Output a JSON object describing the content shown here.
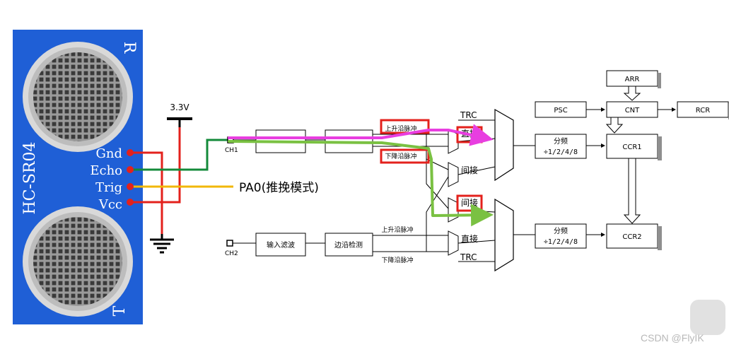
{
  "sensor": {
    "model": "HC-SR04",
    "label_receiver": "R",
    "label_transmitter": "T",
    "pins": [
      "Gnd",
      "Echo",
      "Trig",
      "Vcc"
    ]
  },
  "power": {
    "rail_label": "3.3V"
  },
  "trig_note": "PA0(推挽模式)",
  "channels": {
    "ch1": "CH1",
    "ch2": "CH2"
  },
  "ch2_chain": {
    "filter": "输入滤波",
    "edge": "边沿检测"
  },
  "edges": {
    "ch1_rise": "上升沿脉冲",
    "ch1_fall": "下降沿脉冲",
    "ch2_rise": "上升沿脉冲",
    "ch2_fall": "下降沿脉冲"
  },
  "mux1": {
    "trc": "TRC",
    "direct": "直接",
    "indirect": "间接"
  },
  "mux2": {
    "indirect": "间接",
    "direct": "直接",
    "trc": "TRC"
  },
  "timer": {
    "arr": "ARR",
    "psc": "PSC",
    "cnt": "CNT",
    "rcr": "RCR",
    "ccr1": "CCR1",
    "ccr2": "CCR2",
    "div_title": "分频",
    "div_value": "÷1/2/4/8"
  },
  "colors": {
    "module_blue": "#1f5fd6",
    "highlight_red": "#e3211c",
    "path_magenta": "#e83ee0",
    "path_green": "#7ac142",
    "wire_green": "#138a3a",
    "wire_yellow": "#f2b705",
    "wire_red": "#e3211c",
    "wire_black": "#000000"
  },
  "watermark": "CSDN @FlyIK"
}
